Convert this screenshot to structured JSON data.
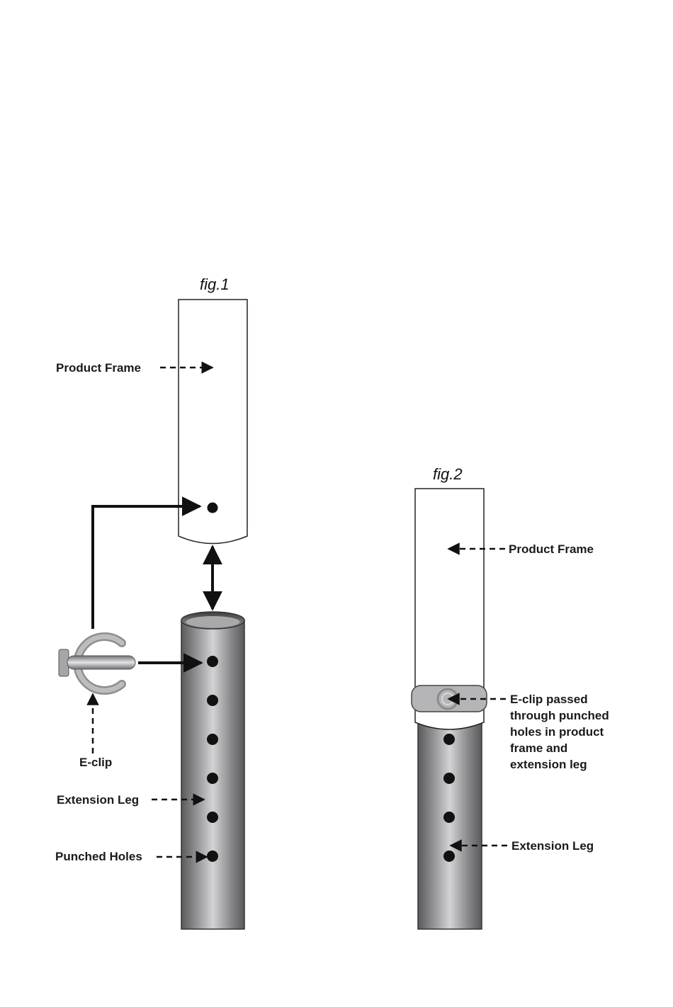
{
  "figure1": {
    "title": "fig.1",
    "labels": {
      "product_frame": "Product Frame",
      "e_clip": "E-clip",
      "extension_leg": "Extension Leg",
      "punched_holes": "Punched Holes"
    }
  },
  "figure2": {
    "title": "fig.2",
    "labels": {
      "product_frame": "Product Frame",
      "e_clip_note": [
        "E-clip passed",
        "through punched",
        "holes in product",
        "frame and",
        "extension leg"
      ],
      "extension_leg": "Extension Leg"
    }
  },
  "colors": {
    "line": "#111111",
    "tube_dark": "#5e5e60",
    "tube_light": "#c9c9cb",
    "clip_fill": "#b9b9bb",
    "background": "#ffffff"
  }
}
